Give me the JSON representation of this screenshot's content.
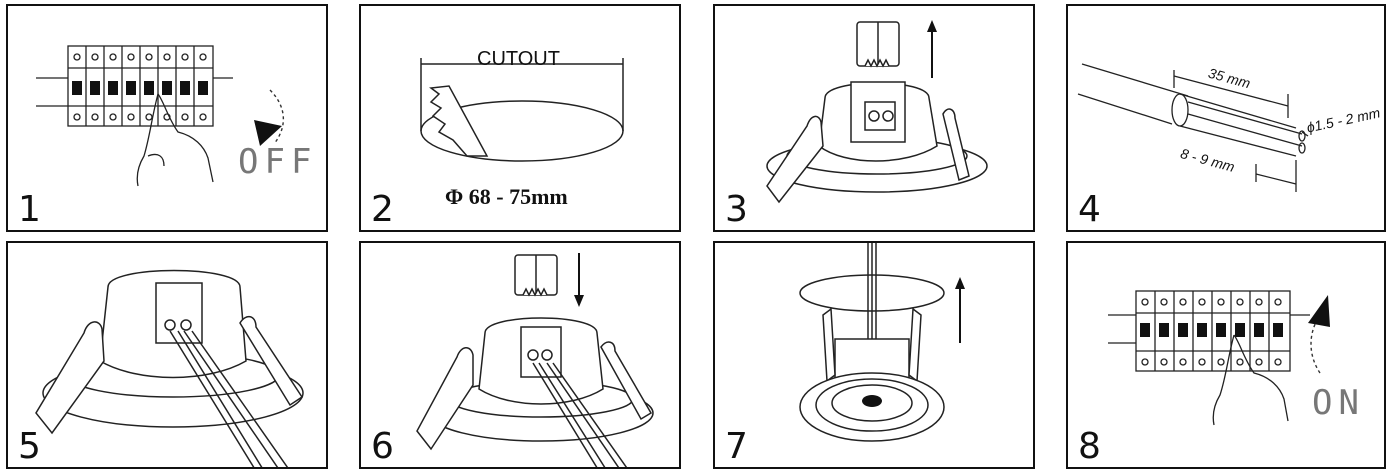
{
  "steps": [
    {
      "number": "1",
      "label": "OFF"
    },
    {
      "number": "2",
      "cutout_label": "CUTOUT",
      "diameter_label": "Φ 68 - 75mm"
    },
    {
      "number": "3"
    },
    {
      "number": "4",
      "strip_length": "35 mm",
      "wire_diameter": "ϕ1.5 - 2 mm",
      "wire_strip": "8 - 9 mm"
    },
    {
      "number": "5"
    },
    {
      "number": "6"
    },
    {
      "number": "7"
    },
    {
      "number": "8",
      "label": "ON"
    }
  ]
}
